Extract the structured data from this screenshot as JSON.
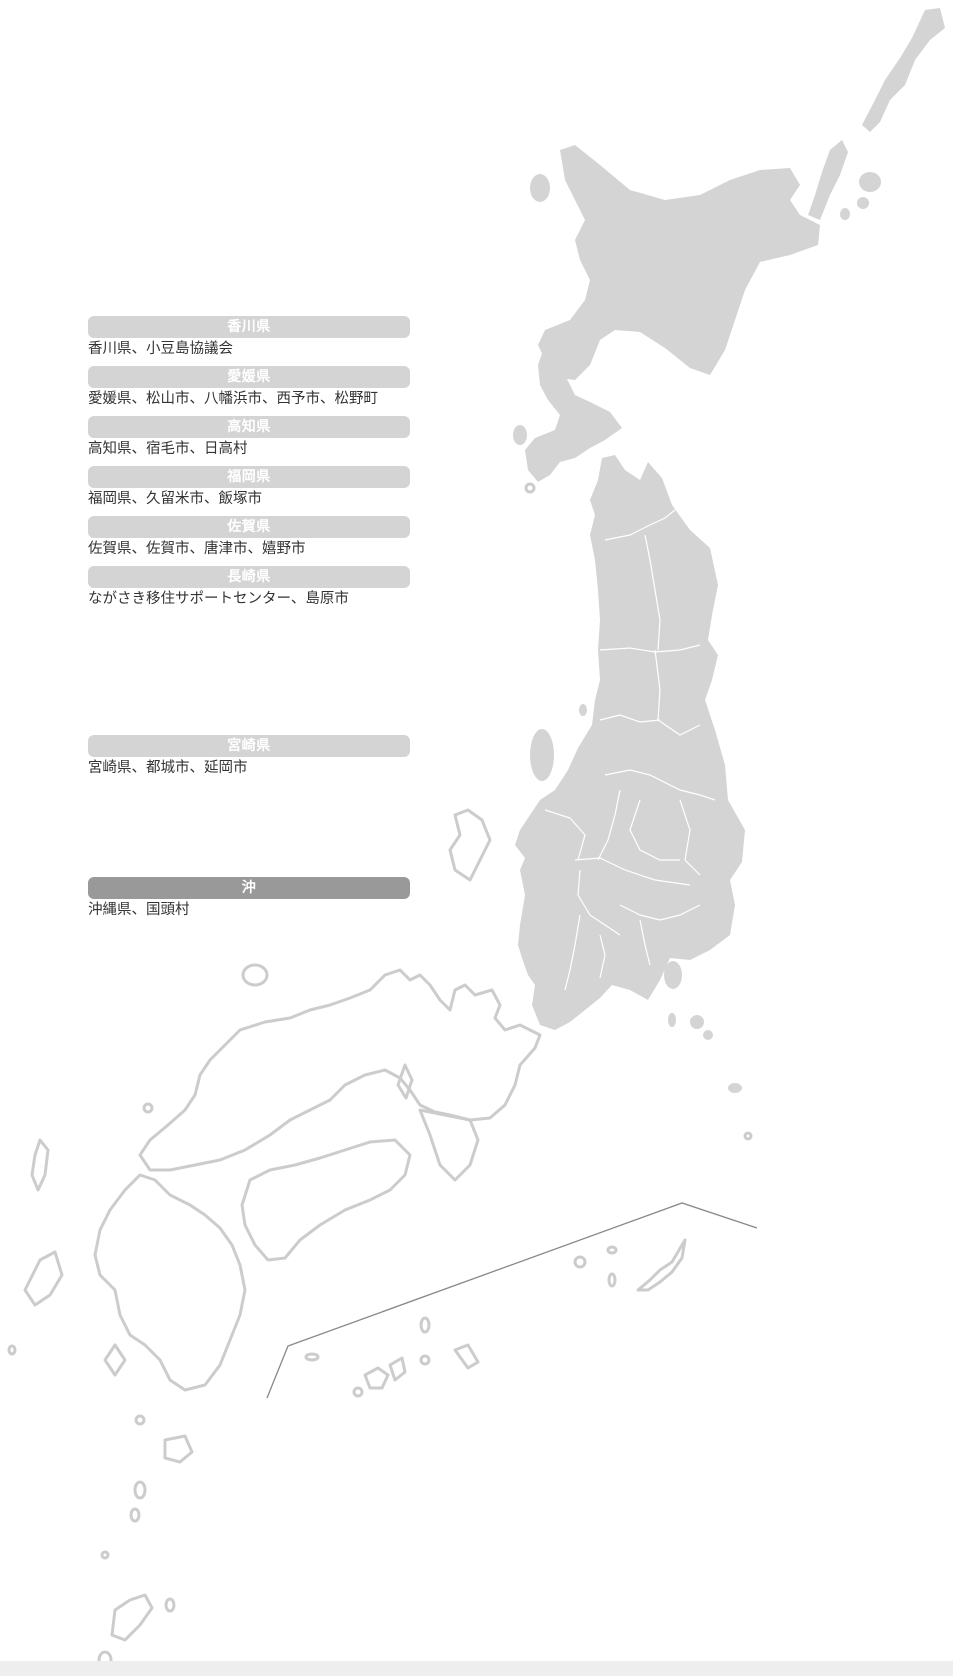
{
  "colors": {
    "region_fill": "#d4d4d4",
    "outline_stroke": "#cccccc",
    "header_light": "#d4d4d4",
    "header_dark": "#999999",
    "text": "#333333"
  },
  "legend": {
    "kagawa": {
      "header": "香川県",
      "items": "香川県、小豆島協議会"
    },
    "ehime": {
      "header": "愛媛県",
      "items": "愛媛県、松山市、八幡浜市、西予市、松野町"
    },
    "kochi": {
      "header": "高知県",
      "items": "高知県、宿毛市、日高村"
    },
    "fukuoka": {
      "header": "福岡県",
      "items": "福岡県、久留米市、飯塚市"
    },
    "saga": {
      "header": "佐賀県",
      "items": "佐賀県、佐賀市、唐津市、嬉野市"
    },
    "nagasaki": {
      "header": "長崎県",
      "items": "ながさき移住サポートセンター、島原市"
    },
    "miyazaki": {
      "header": "宮崎県",
      "items": "宮崎県、都城市、延岡市"
    },
    "okinawa": {
      "header": "沖",
      "items": "沖縄県、国頭村"
    }
  }
}
